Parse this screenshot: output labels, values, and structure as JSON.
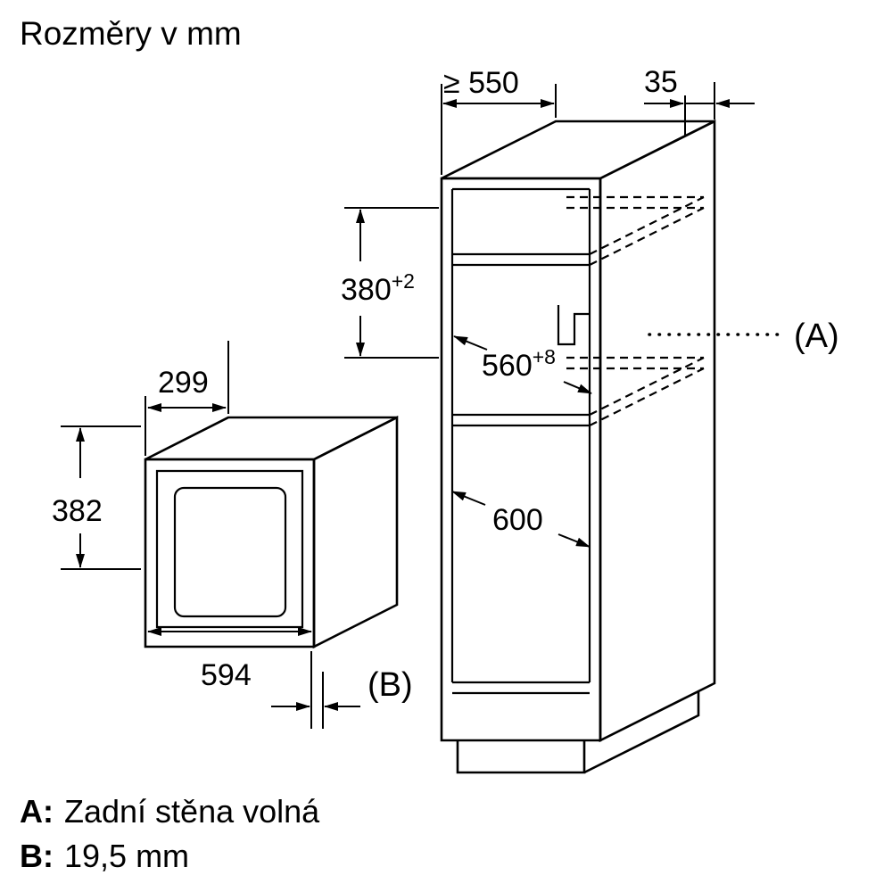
{
  "title": "Rozměry v mm",
  "dimensions": {
    "cabinet_depth_min": "≥ 550",
    "rear_gap": "35",
    "niche_height": "380",
    "niche_height_tolerance": "+2",
    "niche_width": "560",
    "niche_width_tolerance": "+8",
    "cabinet_inner_width": "600",
    "oven_depth": "299",
    "oven_height": "382",
    "oven_width": "594"
  },
  "references": {
    "a": "(A)",
    "b": "(B)"
  },
  "legend": {
    "a_key": "A:",
    "a_text": "Zadní stěna volná",
    "b_key": "B:",
    "b_text": "19,5 mm"
  }
}
